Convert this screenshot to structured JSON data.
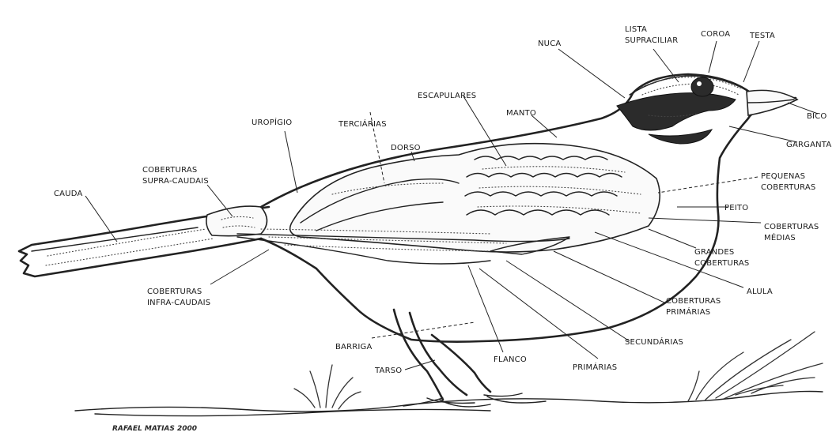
{
  "diagram": {
    "labels": {
      "nuca": "NUCA",
      "lista_l1": "LISTA",
      "lista_l2": "SUPRACILIAR",
      "coroa": "COROA",
      "testa": "TESTA",
      "bico": "BICO",
      "garganta": "GARGANTA",
      "escapulares": "ESCAPULARES",
      "manto": "MANTO",
      "tercearias": "TERCIÁRIAS",
      "dorso": "DORSO",
      "uropigio": "UROPÍGIO",
      "cob_supra_l1": "COBERTURAS",
      "cob_supra_l2": "SUPRA-CAUDAIS",
      "cauda": "CAUDA",
      "peq_cob_l1": "PEQUENAS",
      "peq_cob_l2": "COBERTURAS",
      "peito": "PEITO",
      "cob_medias_l1": "COBERTURAS",
      "cob_medias_l2": "MÉDIAS",
      "grandes_cob_l1": "GRANDES",
      "grandes_cob_l2": "COBERTURAS",
      "alula": "ALULA",
      "cob_prim_l1": "COBERTURAS",
      "cob_prim_l2": "PRIMÁRIAS",
      "cob_infra_l1": "COBERTURAS",
      "cob_infra_l2": "INFRA-CAUDAIS",
      "barriga": "BARRIGA",
      "tarso": "TARSO",
      "flanco": "FLANCO",
      "primarias": "PRIMÁRIAS",
      "secundarias": "SECUNDÁRIAS"
    },
    "signature": "RAFAEL MATIAS 2000"
  },
  "colors": {
    "ink": "#222222",
    "paper": "#ffffff",
    "mask": "#2b2b2b"
  }
}
